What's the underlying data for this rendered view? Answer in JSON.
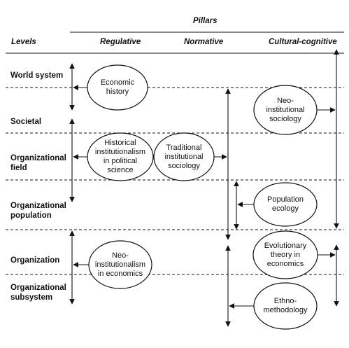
{
  "header": {
    "pillars": "Pillars",
    "levels": "Levels",
    "regulative": "Regulative",
    "normative": "Normative",
    "cultural_cognitive": "Cultural-cognitive"
  },
  "levels": {
    "world_system": "World system",
    "societal": "Societal",
    "organizational_field": "Organizational\nfield",
    "organizational_population": "Organizational\npopulation",
    "organization": "Organization",
    "organizational_subsystem": "Organizational\nsubsystem"
  },
  "theories": {
    "economic_history": "Economic\nhistory",
    "neo_institutional_sociology": "Neo-\ninstitutional\nsociology",
    "historical_institutionalism": "Historical\ninstitutionalism\nin political\nscience",
    "traditional_institutional_sociology": "Traditional\ninstitutional\nsociology",
    "population_ecology": "Population\necology",
    "evolutionary_theory": "Evolutionary\ntheory in\neconomics",
    "neo_institutionalism_economics": "Neo-\ninstitutionalism\nin economics",
    "ethnomethodology": "Ethno-\nmethodology"
  }
}
